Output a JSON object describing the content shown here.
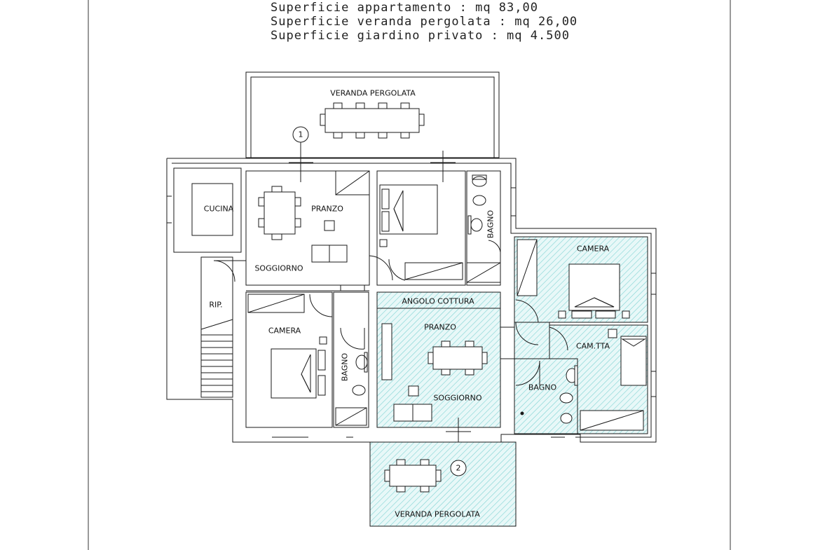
{
  "header": {
    "line1": "Superficie appartamento : mq 83,00",
    "line2": "Superficie veranda pergolata : mq 26,00",
    "line3": "Superficie giardino privato : mq 4.500"
  },
  "rooms": {
    "veranda_top": "VERANDA PERGOLATA",
    "cucina": "CUCINA",
    "pranzo_left": "PRANZO",
    "soggiorno_left": "SOGGIORNO",
    "bagno_top": "BAGNO",
    "rip": "RIP.",
    "camera_left": "CAMERA",
    "bagno_left": "BAGNO",
    "angolo_cottura": "ANGOLO COTTURA",
    "pranzo_right": "PRANZO",
    "soggiorno_right": "SOGGIORNO",
    "camera_right": "CAMERA",
    "camtta": "CAM.TTA",
    "bagno_right": "BAGNO",
    "veranda_bottom": "VERANDA PERGOLATA"
  },
  "markers": {
    "m1": "1",
    "m2": "2"
  },
  "colors": {
    "line": "#1a1a1a",
    "hatch": "#7fd3d3",
    "fill": "#e6f7f7"
  }
}
